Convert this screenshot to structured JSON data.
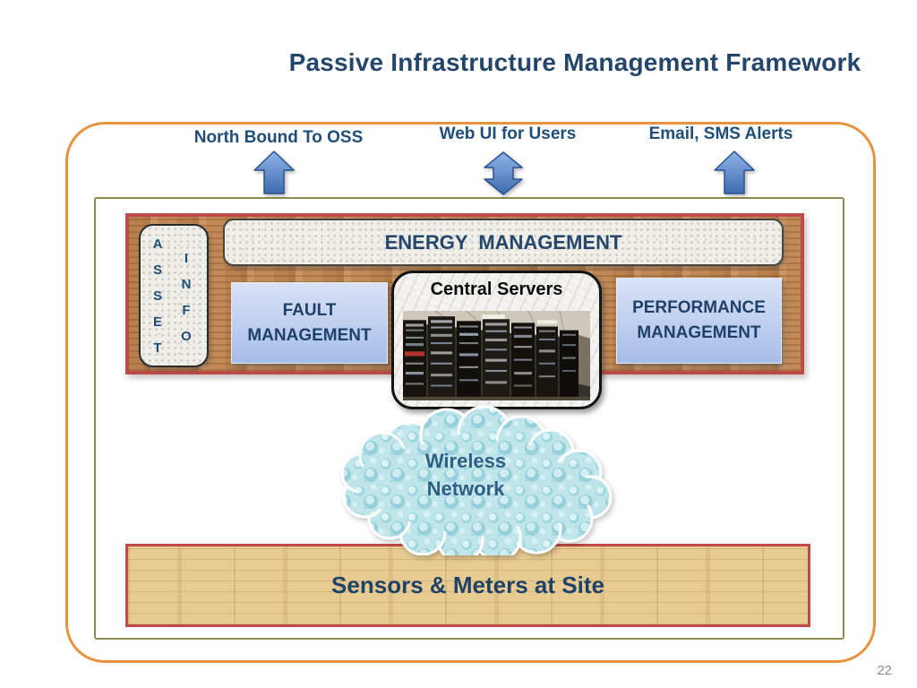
{
  "slide": {
    "title": "Passive Infrastructure Management Framework",
    "page_number": "22"
  },
  "flows": [
    {
      "label": "North Bound To OSS",
      "direction": "up"
    },
    {
      "label": "Web UI for Users",
      "direction": "up-down"
    },
    {
      "label": "Email, SMS Alerts",
      "direction": "up"
    }
  ],
  "band": {
    "asset_info_col1": "A\nS\nS\nE\nT",
    "asset_info_col2": "I\nN\nF\nO",
    "energy": "ENERGY  MANAGEMENT",
    "fault": "FAULT MANAGEMENT",
    "central_servers": "Central Servers",
    "performance": "PERFORMANCE MANAGEMENT"
  },
  "cloud": {
    "label": "Wireless\nNetwork"
  },
  "sensors": {
    "label": "Sensors & Meters at Site"
  },
  "icons": {
    "flow_up": "up-arrow-icon",
    "flow_bidirectional": "up-down-arrow-icon",
    "wireless": "cloud-icon",
    "servers": "server-racks-image"
  },
  "colors": {
    "outer_border": "#E9913E",
    "inner_border": "#8C8B52",
    "band_border": "#BE4B48",
    "navy_text": "#1F4E79",
    "title_text": "#25466B",
    "arrow_blue": "#4472C4",
    "cloud_fill": "#BFE5EA",
    "sensors_fill": "#E7CB92"
  }
}
